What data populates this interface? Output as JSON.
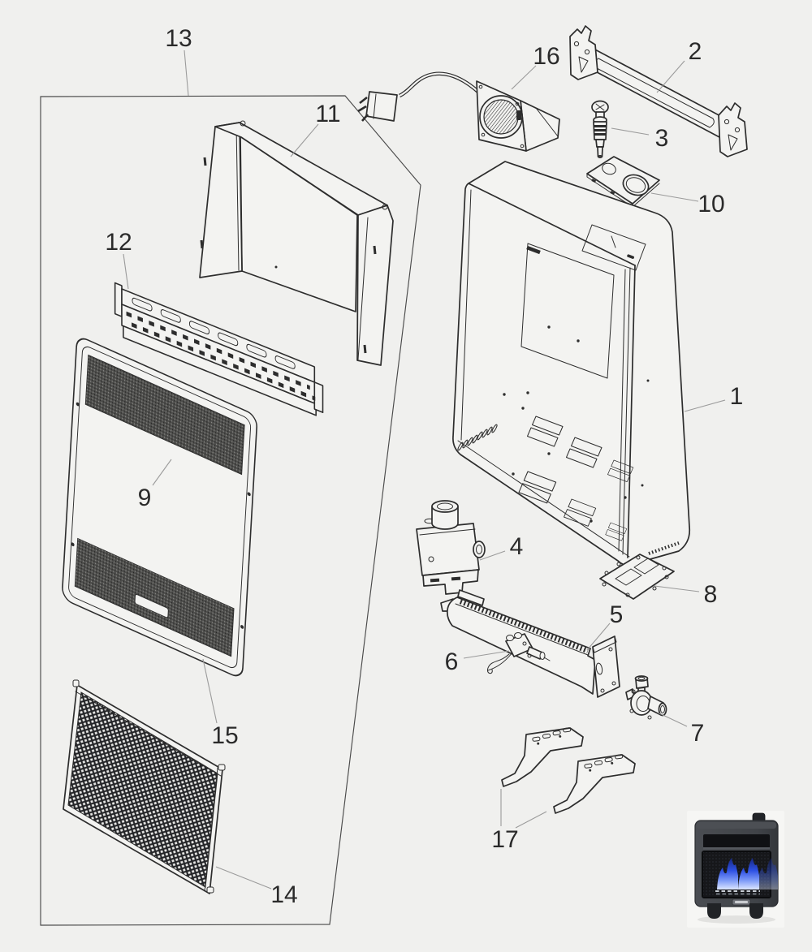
{
  "page": {
    "background_color": "#f0f0ee"
  },
  "diagram": {
    "type": "exploded-parts-diagram",
    "subject": "gas-wall-heater",
    "line_color": "#2d2d2d",
    "leader_line_color": "#9b9b9b",
    "callout_text_color": "#2a2a2a",
    "callouts": [
      {
        "label": "1"
      },
      {
        "label": "2"
      },
      {
        "label": "3"
      },
      {
        "label": "4"
      },
      {
        "label": "5"
      },
      {
        "label": "6"
      },
      {
        "label": "7"
      },
      {
        "label": "8"
      },
      {
        "label": "9"
      },
      {
        "label": "10"
      },
      {
        "label": "11"
      },
      {
        "label": "12"
      },
      {
        "label": "13"
      },
      {
        "label": "14"
      },
      {
        "label": "15"
      },
      {
        "label": "16"
      },
      {
        "label": "17"
      }
    ]
  },
  "product_photo": {
    "body_color": "#43464b",
    "mesh_color": "#17181b",
    "flame_blue": "#2e51e3",
    "flame_highlight": "#dce6ff",
    "shelf_recess_color": "#101114",
    "badge_color": "#71747a",
    "feet_color": "#212326"
  }
}
